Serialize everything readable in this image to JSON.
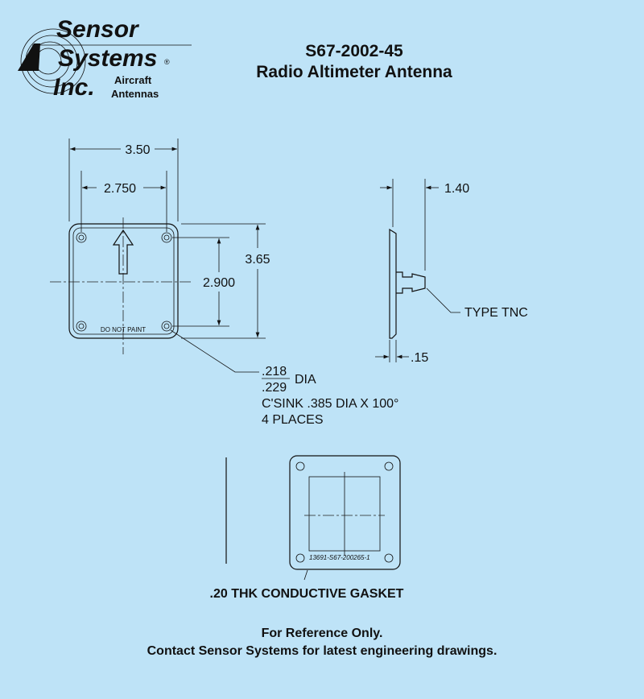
{
  "logo": {
    "line1": "Sensor",
    "line2": "Systems",
    "line3": "Inc.",
    "registered": "®",
    "tag1": "Aircraft",
    "tag2": "Antennas"
  },
  "header": {
    "part_number": "S67-2002-45",
    "title": "Radio Altimeter Antenna"
  },
  "front_view": {
    "dim_width_overall": "3.50",
    "dim_hole_spacing_x": "2.750",
    "dim_height_overall": "3.65",
    "dim_hole_spacing_y": "2.900",
    "plate_label": "DO NOT PAINT",
    "hole_dia_top": ".218",
    "hole_dia_bottom": ".229",
    "hole_dia_suffix": "DIA",
    "csink_note": "C'SINK .385 DIA X 100°",
    "places_note": "4 PLACES"
  },
  "side_view": {
    "dim_height": "1.40",
    "connector_label": "TYPE TNC",
    "dim_thickness": ".15"
  },
  "gasket": {
    "part_marking": "13691-S67-200265-1",
    "caption": ".20 THK CONDUCTIVE GASKET"
  },
  "footer": {
    "line1": "For Reference Only.",
    "line2": "Contact Sensor Systems for latest engineering drawings."
  }
}
